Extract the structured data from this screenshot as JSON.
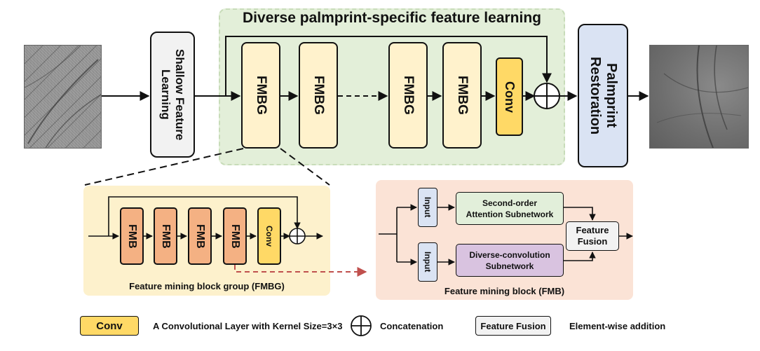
{
  "main": {
    "title": "Diverse palmprint-specific feature learning",
    "shallow_label": "Shallow Feature Learning",
    "fmbg_blocks": [
      "FMBG",
      "FMBG",
      "FMBG",
      "FMBG"
    ],
    "conv_label": "Conv",
    "restoration_label": "Palmprint Restoration"
  },
  "fmbg_detail": {
    "blocks": [
      "FMB",
      "FMB",
      "FMB",
      "FMB"
    ],
    "conv_label": "Conv",
    "caption": "Feature mining block group (FMBG)"
  },
  "fmb_detail": {
    "input_labels": [
      "Input",
      "Input"
    ],
    "attention_label": "Second-order Attention Subnetwork",
    "diverse_label": "Diverse-convolution Subnetwork",
    "fusion_label": "Feature Fusion",
    "caption": "Feature mining block (FMB)"
  },
  "legend": {
    "conv_label": "Conv",
    "conv_desc": "A Convolutional Layer with Kernel Size=3×3",
    "concat_desc": "Concatenation",
    "fusion_label": "Feature Fusion",
    "fusion_desc": "Element-wise addition"
  },
  "colors": {
    "green_region": "#e3efd9",
    "yellow_region": "#fdf1cc",
    "peach_region": "#fbe3d6",
    "fmbg_fill": "#fff2cc",
    "conv_fill": "#ffd966",
    "fmb_fill": "#f4b183",
    "input_fill": "#dae3f3",
    "attention_fill": "#e2efda",
    "diverse_fill": "#d9c3e0",
    "restoration_fill": "#dae3f3",
    "gray_fill": "#f2f2f2",
    "dashed_arrow": "#c0504d"
  }
}
